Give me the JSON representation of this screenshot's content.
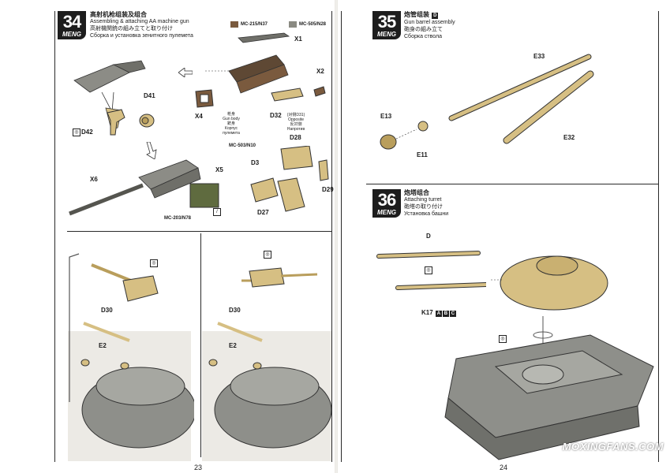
{
  "left": {
    "step34": {
      "number": "34",
      "brand": "MENG",
      "title_zh": "高射机枪组装及组合",
      "title_en": "Assembling & attaching AA machine gun",
      "title_ja": "高射機関銃の組み立てと取り付け",
      "title_ru": "Сборка и установка зенитного пулемета"
    },
    "paints": [
      {
        "code": "MC-215/N37",
        "color": "#7a5a3e"
      },
      {
        "code": "MC-505/N28",
        "color": "#8a8a82"
      }
    ],
    "parts": {
      "x1": "X1",
      "x2": "X2",
      "x4": "X4",
      "d32": "D32",
      "d32_note": "(对侧D31)",
      "d41": "D41",
      "d42": "D42",
      "x5": "X5",
      "x6": "X6",
      "d3": "D3",
      "d27": "D27",
      "d28": "D28",
      "d29": "D29"
    },
    "gun_body": {
      "zh": "枪身",
      "en": "Gun body",
      "ja": "銃身",
      "ru": "Корпус пулемета"
    },
    "opposite": {
      "en": "Opposite",
      "ja": "反対側",
      "ru": "Напротив"
    },
    "mc503": "MC-503/N10",
    "mc203": "MC-203/N78",
    "lower": {
      "d30a": "D30",
      "e2a": "E2",
      "d30b": "D30",
      "e2b": "E2"
    },
    "page_number": "23"
  },
  "right": {
    "step35": {
      "number": "35",
      "brand": "MENG",
      "title_zh": "炮管组装",
      "title_part": "D",
      "title_en": "Gun barrel assembly",
      "title_ja": "砲身の組み立て",
      "title_ru": "Сборка ствола"
    },
    "step36": {
      "number": "36",
      "brand": "MENG",
      "title_zh": "炮塔组合",
      "title_en": "Attaching turret",
      "title_ja": "砲塔の取り付け",
      "title_ru": "Установка башни"
    },
    "parts": {
      "e33": "E33",
      "e32": "E32",
      "e13": "E13",
      "e11": "E11",
      "d": "D",
      "k17": "K17",
      "k17_boxes": [
        "A",
        "B",
        "C"
      ]
    },
    "page_number": "24",
    "watermark": "MOXINGFANS.COM"
  }
}
